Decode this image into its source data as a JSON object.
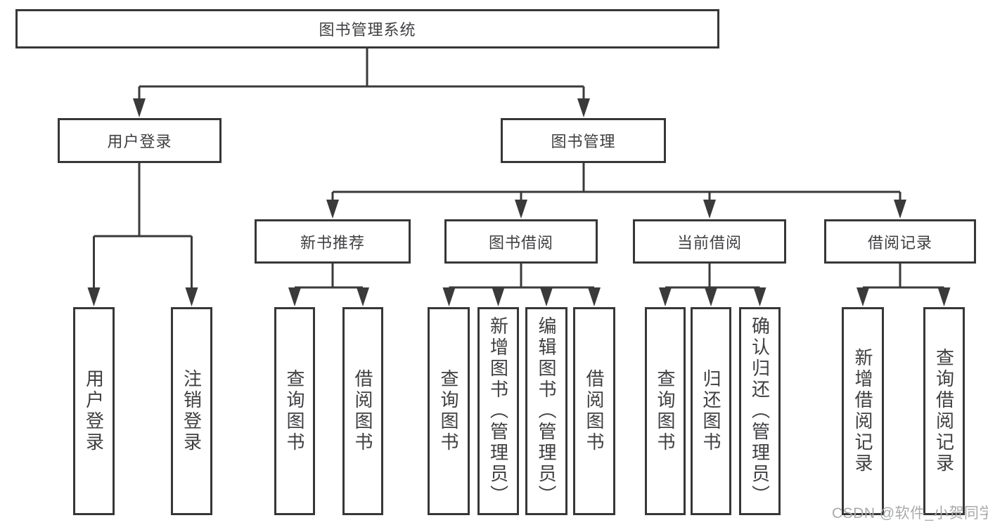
{
  "diagram": {
    "type": "hierarchy-tree",
    "root": {
      "label": "图书管理系统"
    },
    "branches": [
      {
        "label": "用户登录",
        "children": [
          {
            "label": "用户登录"
          },
          {
            "label": "注销登录"
          }
        ]
      },
      {
        "label": "图书管理",
        "children": [
          {
            "label": "新书推荐",
            "children": [
              {
                "label": "查询图书"
              },
              {
                "label": "借阅图书"
              }
            ]
          },
          {
            "label": "图书借阅",
            "children": [
              {
                "label": "查询图书"
              },
              {
                "label": "新增图书（管理员）"
              },
              {
                "label": "编辑图书（管理员）"
              },
              {
                "label": "借阅图书"
              }
            ]
          },
          {
            "label": "当前借阅",
            "children": [
              {
                "label": "查询图书"
              },
              {
                "label": "归还图书"
              },
              {
                "label": "确认归还（管理员）"
              }
            ]
          },
          {
            "label": "借阅记录",
            "children": [
              {
                "label": "新增借阅记录"
              },
              {
                "label": "查询借阅记录"
              }
            ]
          }
        ]
      }
    ]
  },
  "watermark": {
    "text": "CSDN @软件_小贺同学"
  },
  "colors": {
    "line": "#3a3a3a",
    "border": "#373737",
    "text": "#3f3f42",
    "background": "#ffffff",
    "watermark": "#a9aaac"
  }
}
